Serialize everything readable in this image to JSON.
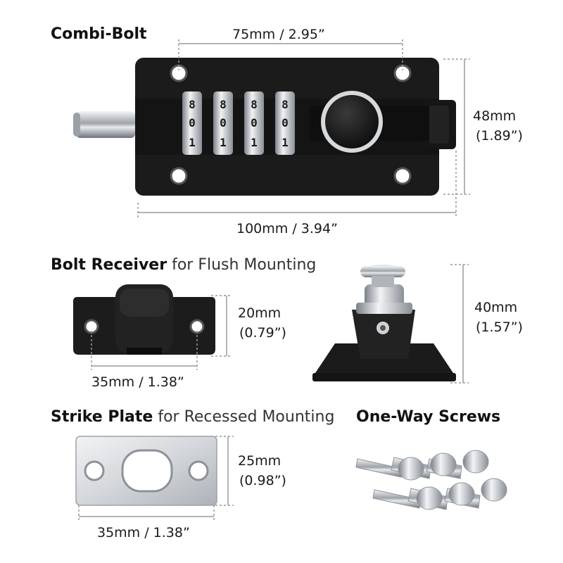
{
  "sections": {
    "combi_bolt": {
      "title": "Combi-Bolt",
      "width_label": "75mm / 2.95”",
      "height_label_mm": "48mm",
      "height_label_in": "(1.89”)",
      "length_label": "100mm / 3.94”",
      "dial_digits": [
        "8",
        "0",
        "1"
      ]
    },
    "bolt_receiver": {
      "title_bold": "Bolt Receiver",
      "title_light": " for Flush Mounting",
      "height_label_mm": "20mm",
      "height_label_in": "(0.79”)",
      "width_label": "35mm / 1.38”",
      "knob_height_mm": "40mm",
      "knob_height_in": "(1.57”)"
    },
    "strike_plate": {
      "title_bold": "Strike Plate",
      "title_light": " for Recessed Mounting",
      "height_label_mm": "25mm",
      "height_label_in": "(0.98”)",
      "width_label": "35mm / 1.38”"
    },
    "screws": {
      "title": "One-Way Screws"
    }
  },
  "colors": {
    "body": "#1b1b1b",
    "chrome": "#c9cdd2",
    "dimension_line": "#9a9a9a"
  }
}
